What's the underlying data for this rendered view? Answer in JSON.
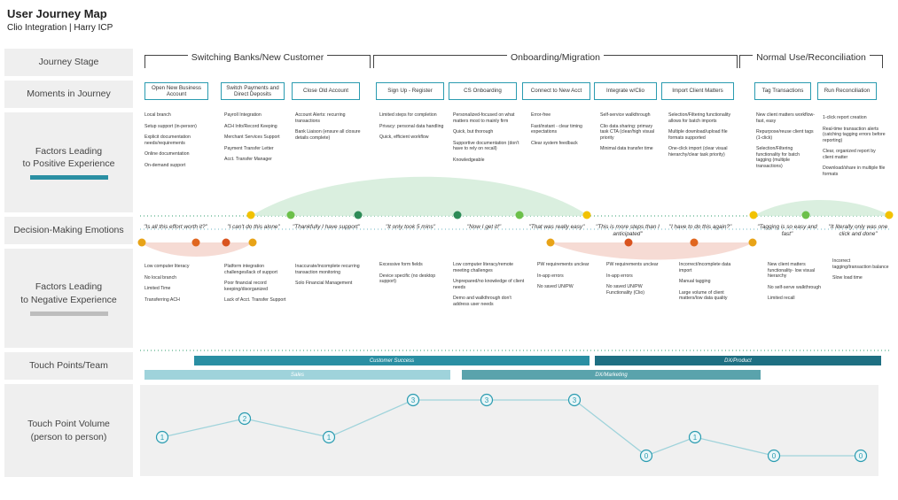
{
  "header": {
    "title": "User Journey Map",
    "subtitle": "Clio Integration | Harry ICP"
  },
  "colors": {
    "teal": "#2a9bb0",
    "dark_teal": "#1e7f95",
    "light_teal": "#9fd3db",
    "mid_teal": "#5aa3ac",
    "positive_bar": "#2a8fa3",
    "negative_bar": "#bdbdbd",
    "green_dot": "#6cc04a",
    "dark_green_dot": "#2e8b57",
    "yellow_dot": "#f2c200",
    "orange_dot": "#e8a317",
    "red_dot": "#d9531e",
    "label_bg": "#efefef"
  },
  "rows": {
    "journey_stage": "Journey Stage",
    "moments": "Moments in Journey",
    "positive": "Factors Leading\nto Positive Experience",
    "emotions": "Decision-Making Emotions",
    "negative": "Factors Leading\nto Negative Experience",
    "touch_points": "Touch Points/Team",
    "volume": "Touch Point Volume\n(person to person)"
  },
  "stages": [
    "Switching Banks/New Customer",
    "Onboarding/Migration",
    "Normal Use/Reconciliation"
  ],
  "moments": [
    "Open New Business Account",
    "Switch Payments and Direct Deposits",
    "Close Old Account",
    "Sign Up - Register",
    "CS Onboarding",
    "Connect to New Acct",
    "Integrate w/Clio",
    "Import Client Matters",
    "Tag Transactions",
    "Run Reconciliation"
  ],
  "positive_factors": [
    [
      "Local branch",
      "Setup support (in-person)",
      "Explicit documentation needs/requirements",
      "Online documentation",
      "On-demand support"
    ],
    [
      "Payroll Integration",
      "ACH Info/Record Keeping",
      "Merchant Services Support",
      "Payment Transfer Letter",
      "Acct. Transfer Manager"
    ],
    [
      "Account Alerts: recurring transactions",
      "Bank Liaison (ensure all closure details complete)"
    ],
    [
      "Limited steps for completion",
      "Privacy: personal data handling",
      "Quick, efficient workflow"
    ],
    [
      "Personalized-focused on what matters most to mainly firm",
      "Quick, but thorough",
      "Supportive documentation (don't have to rely on recall)",
      "Knowledgeable"
    ],
    [
      "Error-free",
      "Fast/instant - clear timing expectations",
      "Clear system feedback"
    ],
    [
      "Self-service walkthrough",
      "Clio data sharing: primary task CTA (clear/high visual priority",
      "Minimal data transfer time"
    ],
    [
      "Selection/Filtering functionality allows for batch imports",
      "Multiple download/upload file formats supported",
      "One-click import (clear visual hierarchy/clear task priority)"
    ],
    [
      "New client matters workflow-fast, easy",
      "Repurpose/reuse client tags (1-click)",
      "Selection/Filtering functionality for batch tagging (multiple transactions)"
    ],
    [
      "1-click report creation",
      "Real-time transaction alerts (catching tagging errors before reporting)",
      "Clear, organized report by client matter",
      "Download/share in multiple file formats"
    ]
  ],
  "emotion_quotes": [
    "\"Is all this effort worth it?\"",
    "\"I can't do this alone\"",
    "\"Thankfully I have support\"",
    "\"It only took 5 mins\"",
    "\"Now I get it!\"",
    "\"That was really easy\"",
    "\"This is more steps than I anticipated\"",
    "\"I have to do this again?\"",
    "\"Tagging is so easy and fast\"",
    "\"It literally only was one click and done\""
  ],
  "negative_factors": [
    [
      "Low computer literacy",
      "No local branch",
      "Limited Time",
      "Transferring ACH"
    ],
    [
      "Platform integration challenges/lack of support",
      "Poor financial record keeping/disorganized",
      "Lack of Acct. Transfer Support"
    ],
    [
      "Inaccurate/incomplete recurring transaction monitoring",
      "Solo Financial Management"
    ],
    [
      "Excessive form fields",
      "Device specific (no desktop support)"
    ],
    [
      "Low computer literacy/remote meeting challenges",
      "Unprepared/no knowledge of client needs",
      "Demo and walkthrough don't address user needs"
    ],
    [
      "PW requirements unclear",
      "In-app errors",
      "No saved UN/PW"
    ],
    [
      "PW requirements unclear",
      "In-app errors",
      "No saved UN/PW Functionality (Clio)"
    ],
    [
      "Incorrect/incomplete data import",
      "Manual tagging",
      "Large volume of client matters/low data quality"
    ],
    [
      "New client matters functionality- low visual hierarchy",
      "No self-serve walkthrough",
      "Limited recall"
    ],
    [
      "Incorrect tagging/transaction balance",
      "Slow load time"
    ]
  ],
  "touch_points": [
    "Customer Success",
    "DX/Product",
    "Sales",
    "DX/Marketing"
  ],
  "volume": [
    1,
    2,
    1,
    3,
    3,
    3,
    0,
    1,
    0,
    0
  ]
}
